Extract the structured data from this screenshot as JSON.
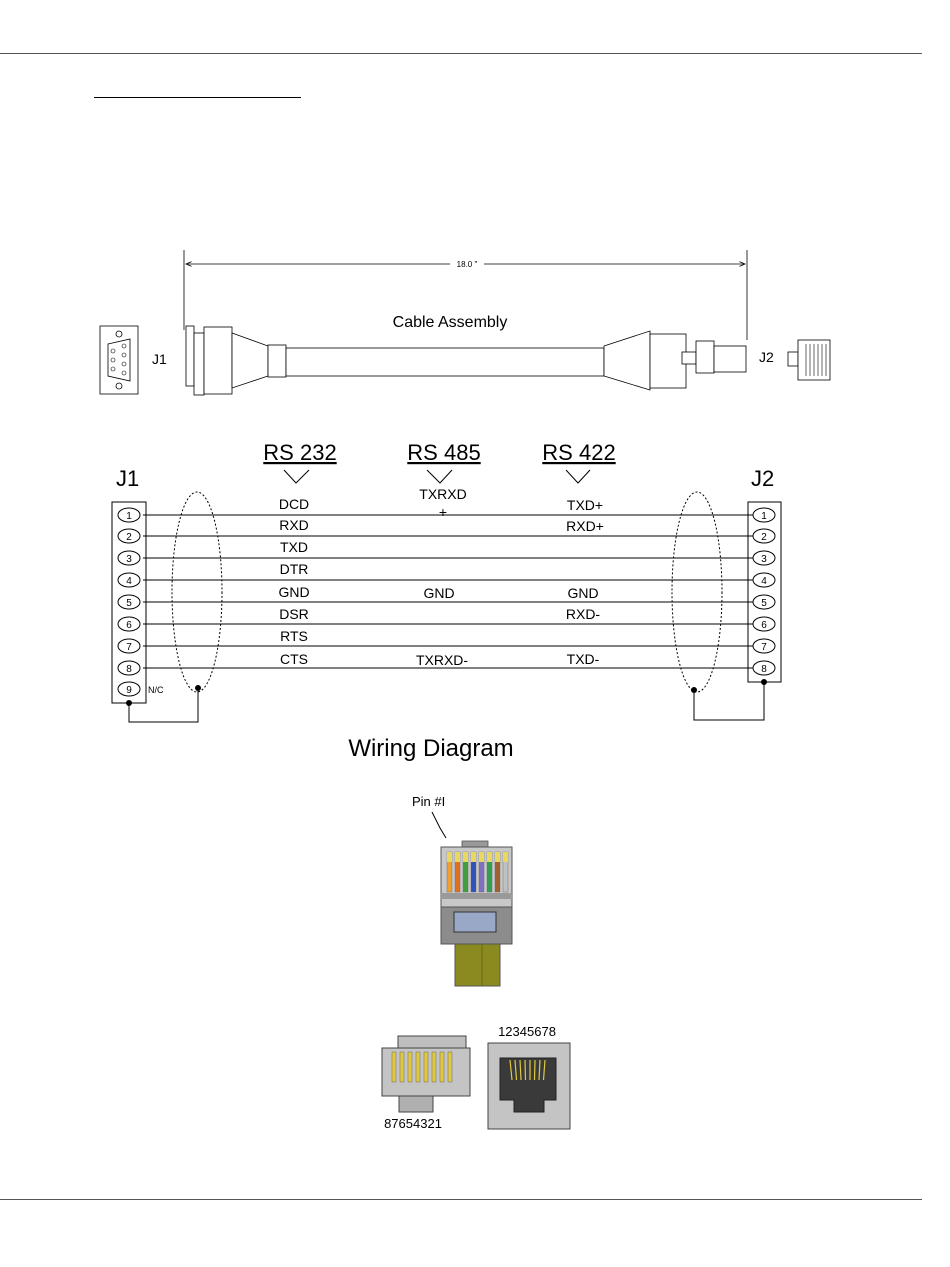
{
  "cable": {
    "length_label": "18.0 \"",
    "assembly_label": "Cable Assembly",
    "j1_label": "J1",
    "j2_label": "J2"
  },
  "wiring": {
    "left_connector": "J1",
    "right_connector": "J2",
    "standards": [
      "RS 232",
      "RS 485",
      "RS 422"
    ],
    "left_pins": [
      "1",
      "2",
      "3",
      "4",
      "5",
      "6",
      "7",
      "8",
      "9"
    ],
    "right_pins": [
      "1",
      "2",
      "3",
      "4",
      "5",
      "6",
      "7",
      "8"
    ],
    "nc_label": "N/C",
    "rs232_signals": [
      "DCD",
      "RXD",
      "TXD",
      "DTR",
      "GND",
      "DSR",
      "RTS",
      "CTS"
    ],
    "rs485_signals": [
      "TXRXD",
      "+",
      "GND",
      "TXRXD-"
    ],
    "rs422_signals": [
      "TXD+",
      "RXD+",
      "GND",
      "RXD-",
      "TXD-"
    ],
    "title": "Wiring Diagram"
  },
  "rj45": {
    "pin1_label": "Pin #I",
    "plug_pin_order": "87654321",
    "jack_pin_order": "12345678",
    "wire_colors": [
      "#f0a030",
      "#e07020",
      "#40a040",
      "#3050c0",
      "#8070c0",
      "#30a050",
      "#a06030",
      "#c0c0c0"
    ],
    "boot_color": "#8a8a20"
  }
}
